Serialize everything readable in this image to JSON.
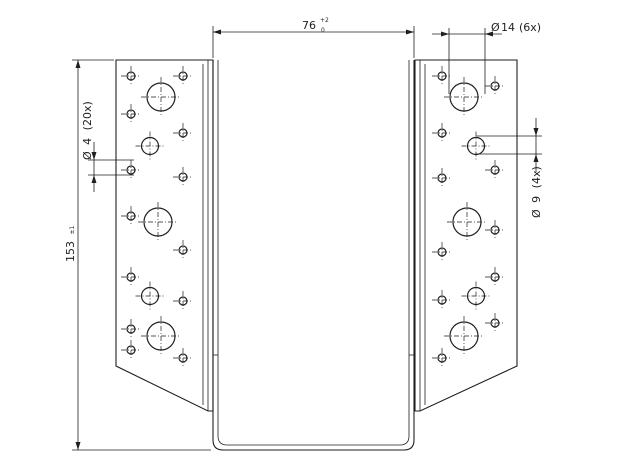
{
  "dimensions": {
    "width": {
      "value": "76",
      "tol_upper": "+2",
      "tol_lower": "0"
    },
    "large_hole": {
      "symbol": "Ø",
      "value": "14",
      "qty": "(6x)"
    },
    "medium_hole": {
      "symbol": "Ø",
      "value": "9",
      "qty": "(4x)"
    },
    "small_hole": {
      "symbol": "Ø",
      "value": "4",
      "qty": "(20x)"
    },
    "height": {
      "value": "153",
      "tol": "±1"
    }
  },
  "holes": {
    "left": [
      {
        "type": "large",
        "row": 1
      },
      {
        "type": "small",
        "row": 2
      },
      {
        "type": "medium",
        "row": 3
      },
      {
        "type": "small",
        "row": 4
      },
      {
        "type": "large",
        "row": 5
      },
      {
        "type": "medium",
        "row": 6
      },
      {
        "type": "large",
        "row": 7
      }
    ],
    "right": [
      {
        "type": "large",
        "row": 1
      },
      {
        "type": "medium",
        "row": 2
      },
      {
        "type": "large",
        "row": 3
      },
      {
        "type": "medium",
        "row": 4
      },
      {
        "type": "large",
        "row": 5
      }
    ]
  }
}
